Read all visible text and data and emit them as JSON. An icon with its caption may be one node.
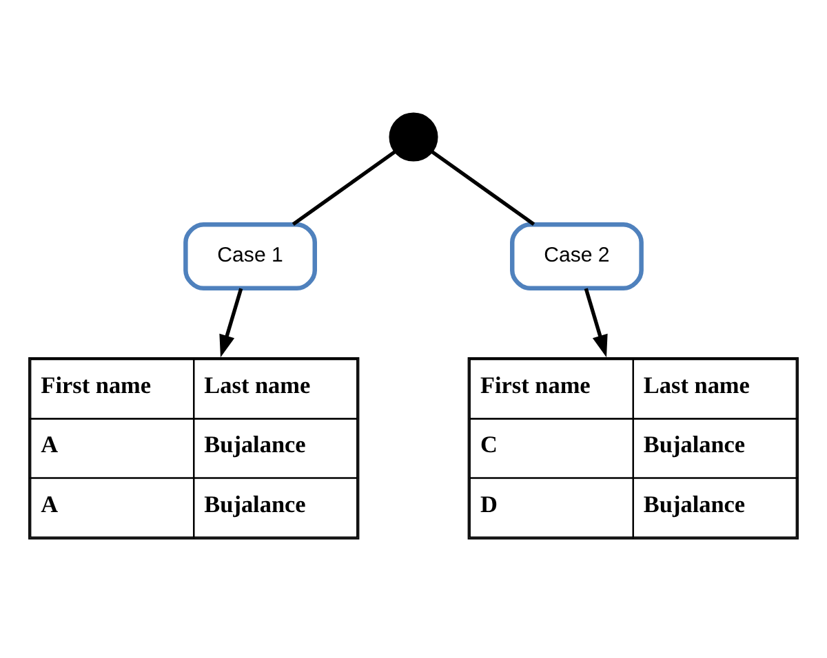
{
  "diagram": {
    "nodes": [
      {
        "text": [],
        "shape": "circle"
      },
      {
        "text": [
          "Case 1"
        ]
      },
      {
        "text": [
          "Case 2"
        ]
      },
      {
        "text": [
          "First name",
          "Last name",
          "A",
          "Bujalance",
          "A",
          "Bujalance"
        ]
      },
      {
        "text": [
          "First name",
          "Last name",
          "C",
          "Bujalance",
          "D",
          "Bujalance"
        ]
      }
    ],
    "edges": [
      {
        "from": 0,
        "to": 1,
        "arrow": "none"
      },
      {
        "from": 0,
        "to": 2,
        "arrow": "none"
      },
      {
        "from": 1,
        "to": 3,
        "arrow": "to"
      },
      {
        "from": 2,
        "to": 4,
        "arrow": "to"
      }
    ]
  }
}
